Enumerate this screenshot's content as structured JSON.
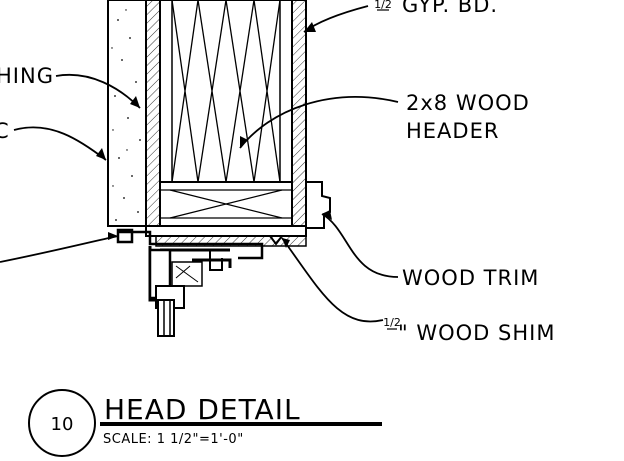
{
  "labels": {
    "gyp_frac": "1/2",
    "gyp": "GYP. BD.",
    "sheathing": "HING",
    "partial_c": "C",
    "header_line1": "2x8 WOOD",
    "header_line2": "HEADER",
    "wood_trim": "WOOD TRIM",
    "shim_frac": "1/2",
    "shim": "\" WOOD SHIM"
  },
  "detail": {
    "number": "10",
    "title": "HEAD DETAIL",
    "scale": "SCALE: 1 1/2\"=1'-0\""
  }
}
